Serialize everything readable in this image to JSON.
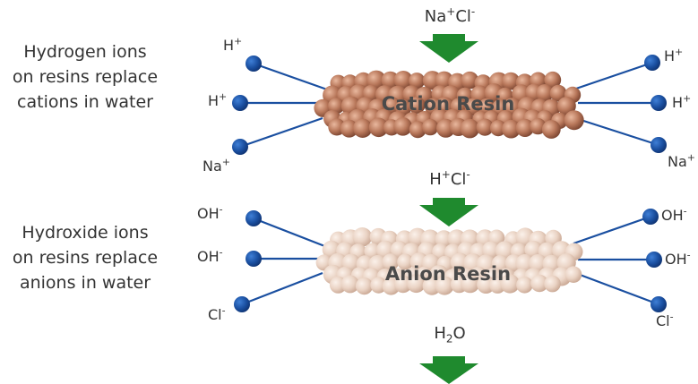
{
  "left_labels": {
    "cation": [
      "Hydrogen ions",
      "on resins replace",
      "cations in water"
    ],
    "anion": [
      "Hydroxide ions",
      "on resins replace",
      "anions in water"
    ]
  },
  "flow_labels": {
    "top": {
      "a": "Na",
      "a_sup": "+",
      "b": "Cl",
      "b_sup": "-"
    },
    "middle": {
      "a": "H",
      "a_sup": "+",
      "b": "Cl",
      "b_sup": "-"
    },
    "bottom": {
      "a": "H",
      "a_sub": "2",
      "b": "O"
    }
  },
  "resins": {
    "cation": "Cation Resin",
    "anion": "Anion Resin"
  },
  "cation_ions": {
    "left": [
      {
        "ion": "H",
        "charge": "+"
      },
      {
        "ion": "H",
        "charge": "+"
      },
      {
        "ion": "Na",
        "charge": "+"
      }
    ],
    "right": [
      {
        "ion": "H",
        "charge": "+"
      },
      {
        "ion": "H",
        "charge": "+"
      },
      {
        "ion": "Na",
        "charge": "+"
      }
    ]
  },
  "anion_ions": {
    "left": [
      {
        "ion": "OH",
        "charge": "-"
      },
      {
        "ion": "OH",
        "charge": "-"
      },
      {
        "ion": "Cl",
        "charge": "-"
      }
    ],
    "right": [
      {
        "ion": "OH",
        "charge": "-"
      },
      {
        "ion": "OH",
        "charge": "-"
      },
      {
        "ion": "Cl",
        "charge": "-"
      }
    ]
  },
  "colors": {
    "arrow": "#1f8a2e",
    "ion_dot": "#1a4fa0",
    "cation_bead": "#b8775a",
    "anion_bead": "#e6cdbd"
  }
}
